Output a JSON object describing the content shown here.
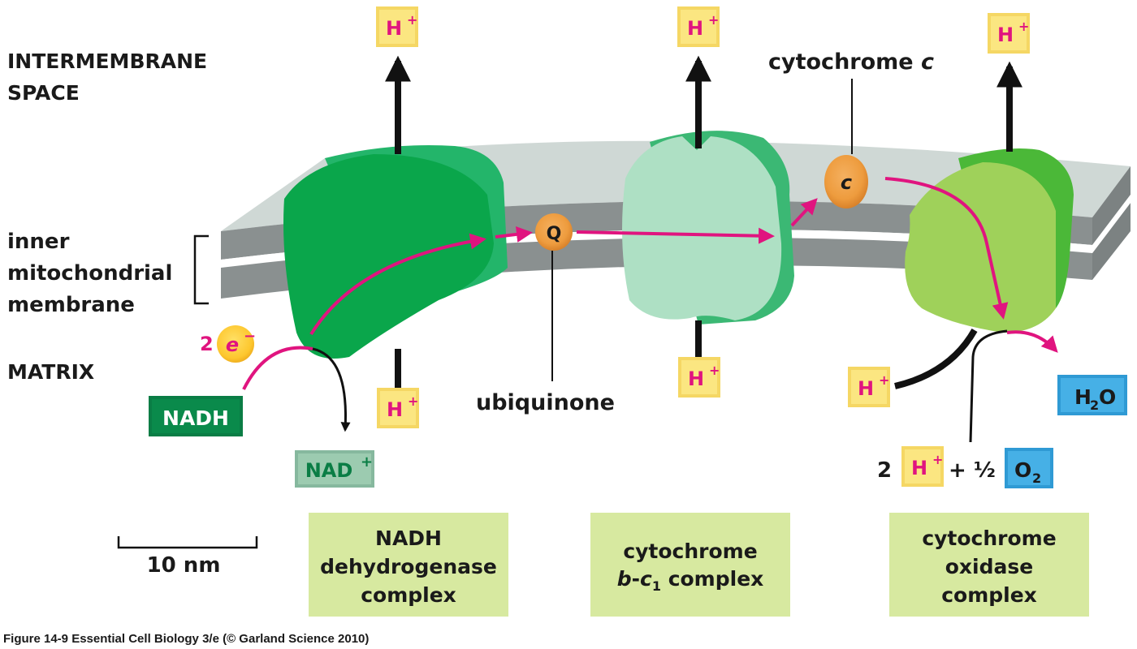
{
  "regions": {
    "intermembrane_line1": "INTERMEMBRANE",
    "intermembrane_line2": "SPACE",
    "membrane_line1": "inner",
    "membrane_line2": "mitochondrial",
    "membrane_line3": "membrane",
    "matrix": "MATRIX"
  },
  "proton": {
    "symbol": "H",
    "charge": "+"
  },
  "electrons": {
    "count": "2",
    "symbol": "e",
    "charge": "−"
  },
  "molecules": {
    "nadh": "NADH",
    "nad_base": "NAD",
    "nad_charge": "+",
    "water_h": "H",
    "water_sub": "2",
    "water_o": "O",
    "oxygen_o": "O",
    "oxygen_sub": "2",
    "ubiquinone_symbol": "Q",
    "cytochrome_c_symbol": "c"
  },
  "reaction": {
    "coefficient": "2",
    "plus_half": "+ ½"
  },
  "callouts": {
    "ubiquinone": "ubiquinone",
    "cytochrome_c_prefix": "cytochrome ",
    "cytochrome_c_italic": "c"
  },
  "complexes": [
    {
      "line1": "NADH",
      "line2": "dehydrogenase",
      "line3": "complex"
    },
    {
      "line1": "cytochrome",
      "line2_italic_b": "b",
      "line2_dash": "-",
      "line2_italic_c": "c",
      "line2_sub": "1",
      "line2_rest": " complex"
    },
    {
      "line1": "cytochrome",
      "line2": "oxidase",
      "line3": "complex"
    }
  ],
  "scale_bar": {
    "label": "10 nm"
  },
  "caption": "Figure 14-9  Essential Cell Biology 3/e (© Garland Science 2010)",
  "colors": {
    "membrane_top": "#cfd8d5",
    "membrane_side": "#8a9090",
    "complex1": "#0aa64b",
    "complex1_dark": "#23b56a",
    "complex2": "#aee0c4",
    "complex2_dark": "#3bb874",
    "complex3": "#9fd15a",
    "complex3_dark": "#4bb838",
    "electron_path": "#e0147f",
    "proton_box": "#fbe681",
    "label_box": "#d7e9a0",
    "orange_carrier": "#f0a040",
    "water_box": "#46b0e6",
    "nadh_box": "#0a7d45",
    "nad_box": "#9ccbb0"
  }
}
